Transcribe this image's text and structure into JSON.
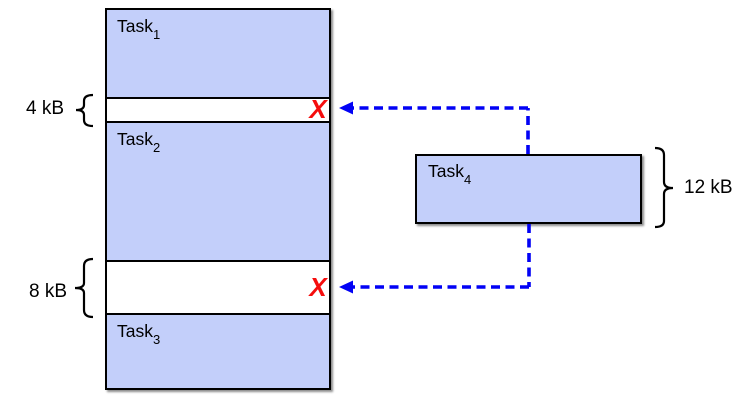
{
  "diagram_type": "memory-fragmentation",
  "colors": {
    "task_fill": "#c3cffa",
    "outline": "#000000",
    "arrow_blue": "#0202f5",
    "reject_x_red": "#f50d0d",
    "background": "#ffffff",
    "text": "#000000"
  },
  "memory_column": {
    "blocks": [
      {
        "name": "Task",
        "sub": "1"
      },
      {
        "name": "Task",
        "sub": "2"
      },
      {
        "name": "Task",
        "sub": "3"
      }
    ],
    "gaps": [
      {
        "size": "4 kB"
      },
      {
        "size": "8 kB"
      }
    ]
  },
  "incoming_task": {
    "name": "Task",
    "sub": "4",
    "size": "12 kB"
  },
  "reject_marks": {
    "gap1": "X",
    "gap2": "X"
  },
  "arrows": [
    {
      "from": "incoming_task_top",
      "to": "gap_4kb",
      "style": "blue-dashed"
    },
    {
      "from": "incoming_task_bottom",
      "to": "gap_8kb",
      "style": "blue-dashed"
    }
  ]
}
